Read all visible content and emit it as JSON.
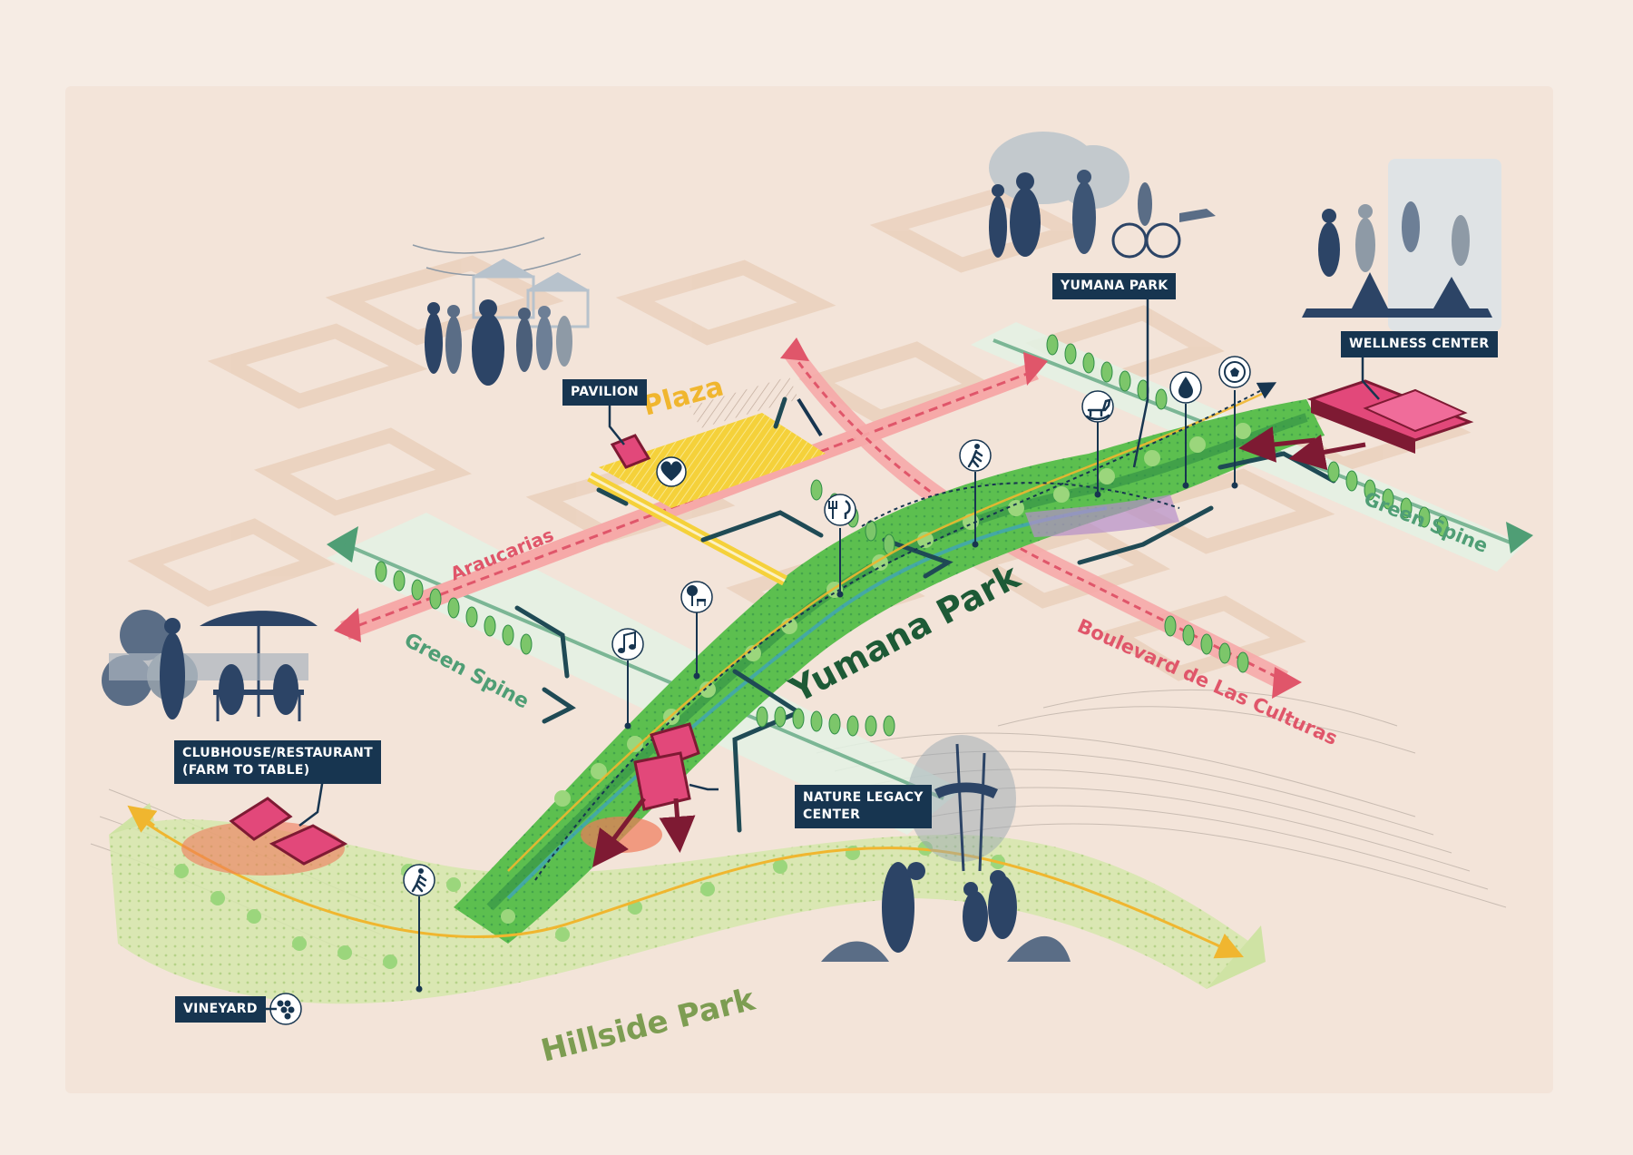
{
  "colors": {
    "background": "#f6ece4",
    "board": "#f3e4d9",
    "block": "#ecd4c0",
    "park_green": "#5cbf4f",
    "park_dark": "#2f8d46",
    "spine_green": "#4f9e75",
    "spine_light": "#d9f0de",
    "boulevard_red": "#e0566a",
    "plaza_yellow": "#f5d13a",
    "trail_yellow": "#f0b62f",
    "building_pink": "#e2487a",
    "building_dark": "#7e1a33",
    "hill_green": "#cfe3a4",
    "label_dark": "#173550",
    "silhouette": "#2c4466",
    "silhouette_grey": "#8e9aa6"
  },
  "labels": {
    "plaza": "Plaza",
    "araucarias": "Araucarias",
    "green_spine_west": "Green Spine",
    "green_spine_east": "Green Spine",
    "yumana_park": "Yumana Park",
    "boulevard": "Boulevard de Las Culturas",
    "hillside_park": "Hillside Park"
  },
  "callouts": {
    "pavilion": "PAVILION",
    "yumana_park": "YUMANA PARK",
    "wellness_center": "WELLNESS CENTER",
    "clubhouse_line1": "CLUBHOUSE/RESTAURANT",
    "clubhouse_line2": "(FARM TO TABLE)",
    "nature_line1": "NATURE LEGACY",
    "nature_line2": "CENTER",
    "vineyard": "VINEYARD"
  },
  "icons": [
    {
      "name": "heart-icon"
    },
    {
      "name": "restaurant-icon"
    },
    {
      "name": "pedestrian-icon"
    },
    {
      "name": "rocking-horse-icon"
    },
    {
      "name": "water-drop-icon"
    },
    {
      "name": "soccer-ball-icon"
    },
    {
      "name": "bench-tree-icon"
    },
    {
      "name": "music-note-icon"
    },
    {
      "name": "hiker-icon"
    },
    {
      "name": "grapes-icon"
    }
  ]
}
